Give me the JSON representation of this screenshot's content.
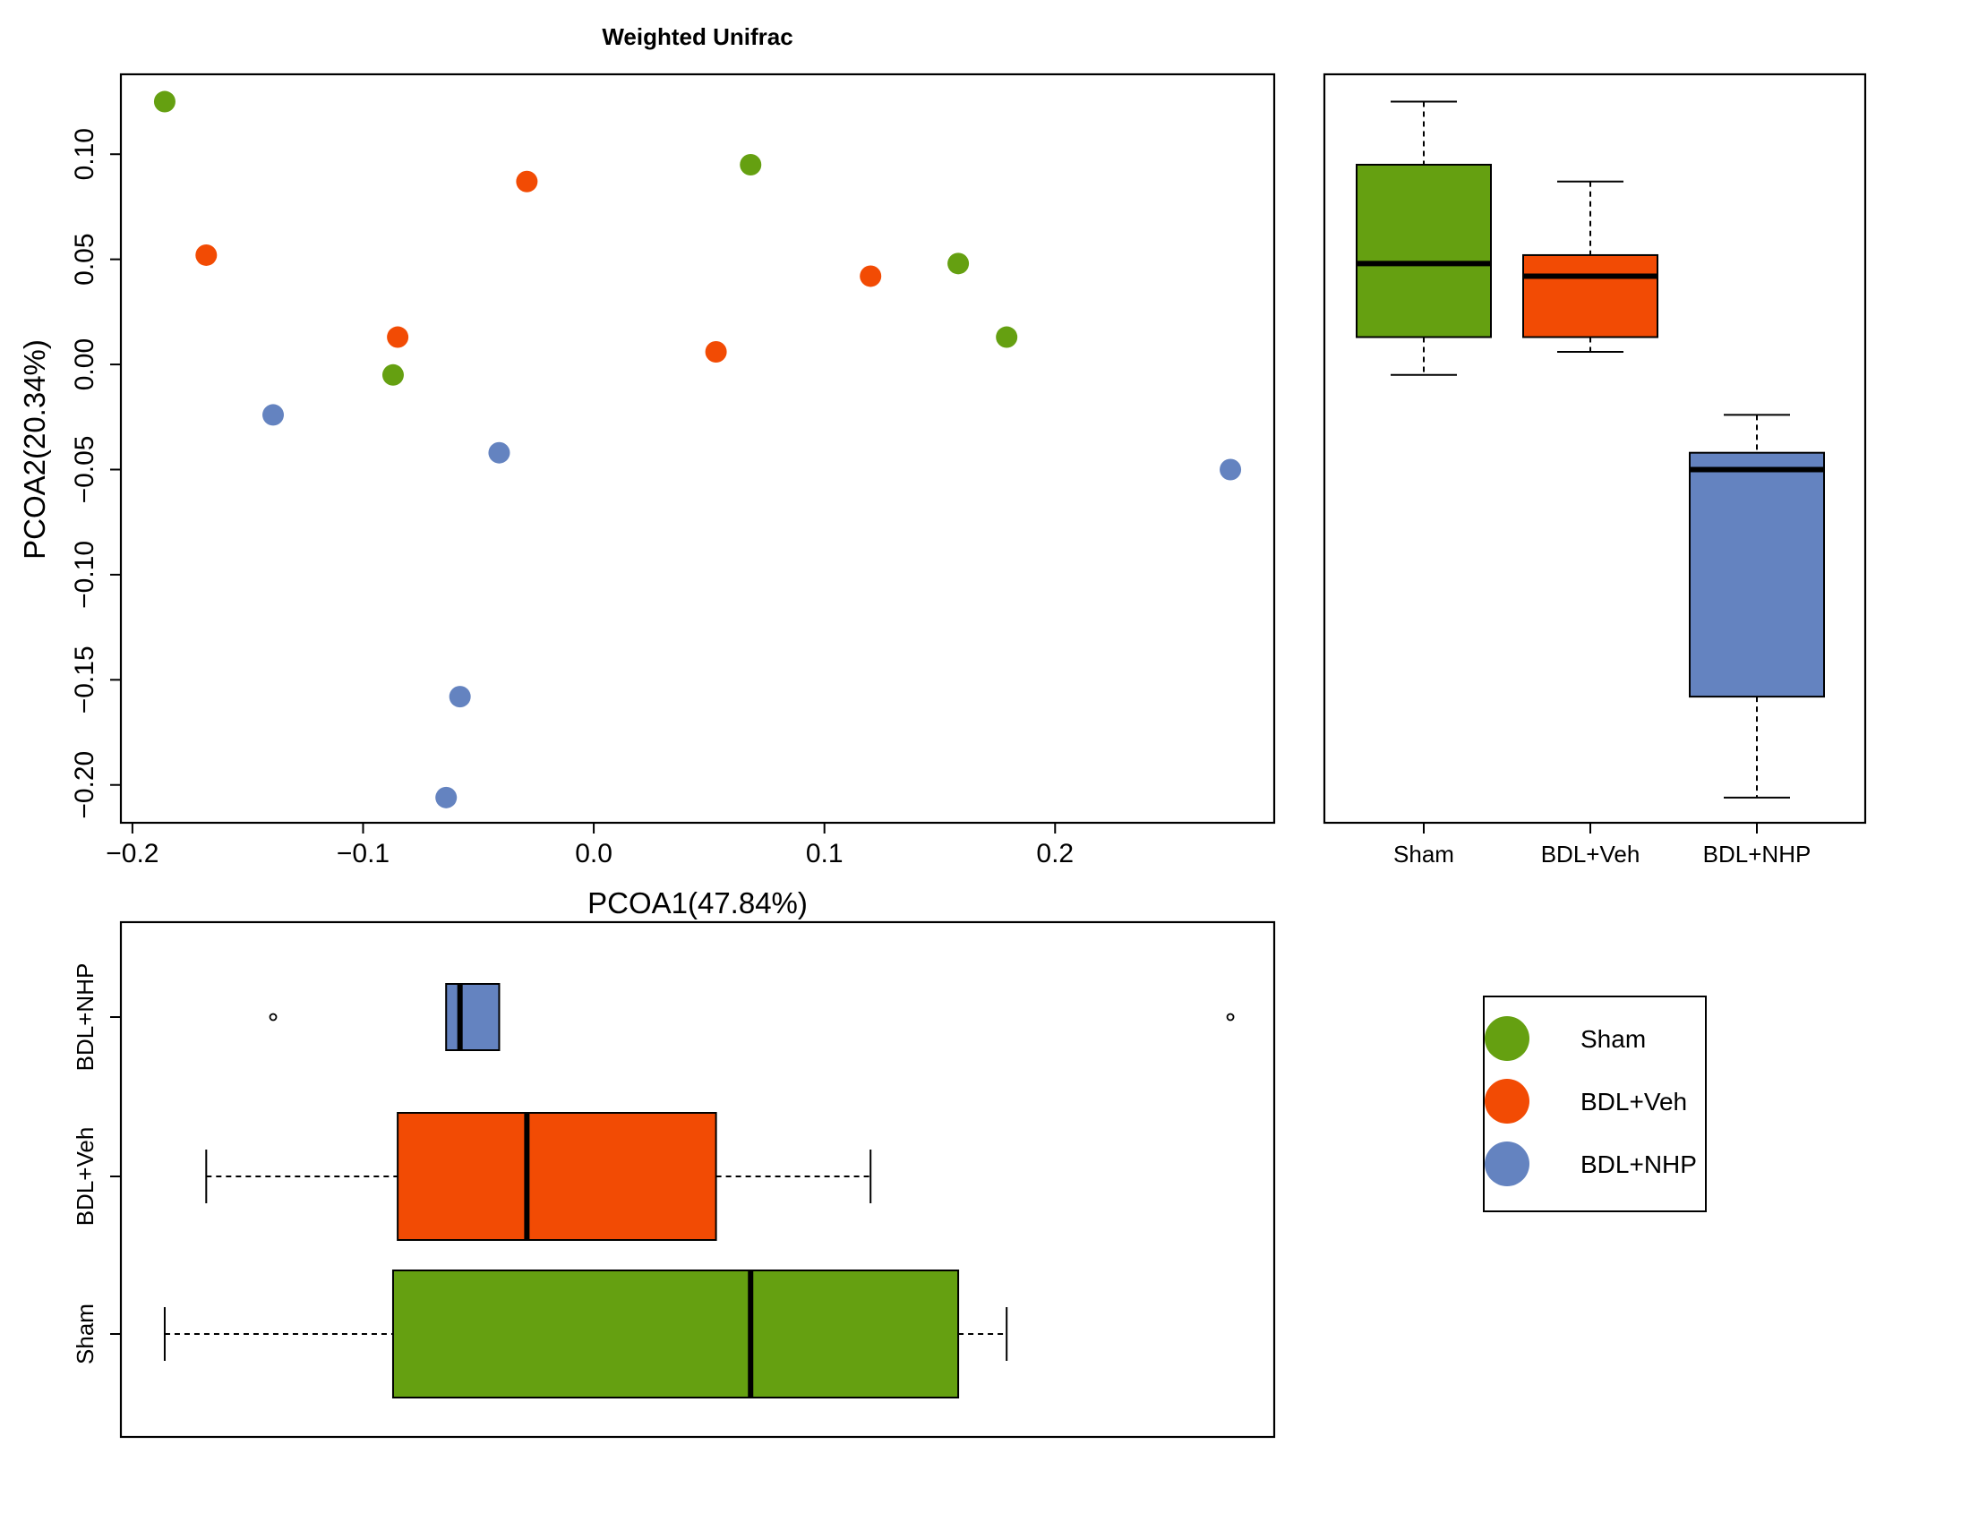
{
  "colors": {
    "Sham": "#65A011",
    "BDL+Veh": "#F24B04",
    "BDL+NHP": "#6483C0"
  },
  "chart_data": [
    {
      "type": "scatter",
      "title": "Weighted Unifrac",
      "xlabel": "PCOA1(47.84%)",
      "ylabel": "PCOA2(20.34%)",
      "xlim": [
        -0.205,
        0.295
      ],
      "ylim": [
        -0.218,
        0.138
      ],
      "xticks": [
        "−0.2",
        "−0.1",
        "0.0",
        "0.1",
        "0.2"
      ],
      "xtick_values": [
        -0.2,
        -0.1,
        0.0,
        0.1,
        0.2
      ],
      "yticks": [
        "−0.20",
        "−0.15",
        "−0.10",
        "−0.05",
        "0.00",
        "0.05",
        "0.10"
      ],
      "ytick_values": [
        -0.2,
        -0.15,
        -0.1,
        -0.05,
        0.0,
        0.05,
        0.1
      ],
      "series": [
        {
          "name": "Sham",
          "points": [
            [
              -0.186,
              0.125
            ],
            [
              0.068,
              0.095
            ],
            [
              0.158,
              0.048
            ],
            [
              0.179,
              0.013
            ],
            [
              -0.087,
              -0.005
            ]
          ]
        },
        {
          "name": "BDL+Veh",
          "points": [
            [
              -0.168,
              0.052
            ],
            [
              -0.029,
              0.087
            ],
            [
              -0.085,
              0.013
            ],
            [
              0.053,
              0.006
            ],
            [
              0.12,
              0.042
            ]
          ]
        },
        {
          "name": "BDL+NHP",
          "points": [
            [
              -0.139,
              -0.024
            ],
            [
              -0.041,
              -0.042
            ],
            [
              -0.058,
              -0.158
            ],
            [
              -0.064,
              -0.206
            ],
            [
              0.276,
              -0.05
            ]
          ]
        }
      ]
    },
    {
      "type": "boxplot",
      "orientation": "vertical",
      "axis": "PCOA2",
      "categories": [
        "Sham",
        "BDL+Veh",
        "BDL+NHP"
      ],
      "boxes": [
        {
          "name": "Sham",
          "whisker_low": -0.005,
          "q1": 0.013,
          "median": 0.048,
          "q3": 0.095,
          "whisker_high": 0.125,
          "outliers": []
        },
        {
          "name": "BDL+Veh",
          "whisker_low": 0.006,
          "q1": 0.013,
          "median": 0.042,
          "q3": 0.052,
          "whisker_high": 0.087,
          "outliers": []
        },
        {
          "name": "BDL+NHP",
          "whisker_low": -0.206,
          "q1": -0.158,
          "median": -0.05,
          "q3": -0.042,
          "whisker_high": -0.024,
          "outliers": []
        }
      ]
    },
    {
      "type": "boxplot",
      "orientation": "horizontal",
      "axis": "PCOA1",
      "categories": [
        "Sham",
        "BDL+Veh",
        "BDL+NHP"
      ],
      "boxes": [
        {
          "name": "Sham",
          "whisker_low": -0.186,
          "q1": -0.087,
          "median": 0.068,
          "q3": 0.158,
          "whisker_high": 0.179,
          "outliers": []
        },
        {
          "name": "BDL+Veh",
          "whisker_low": -0.168,
          "q1": -0.085,
          "median": -0.029,
          "q3": 0.053,
          "whisker_high": 0.12,
          "outliers": []
        },
        {
          "name": "BDL+NHP",
          "whisker_low": null,
          "q1": -0.064,
          "median": -0.058,
          "q3": -0.041,
          "whisker_high": null,
          "outliers": [
            -0.139,
            0.276
          ]
        }
      ]
    }
  ],
  "legend": {
    "placement": "bottom-right",
    "items": [
      "Sham",
      "BDL+Veh",
      "BDL+NHP"
    ]
  }
}
